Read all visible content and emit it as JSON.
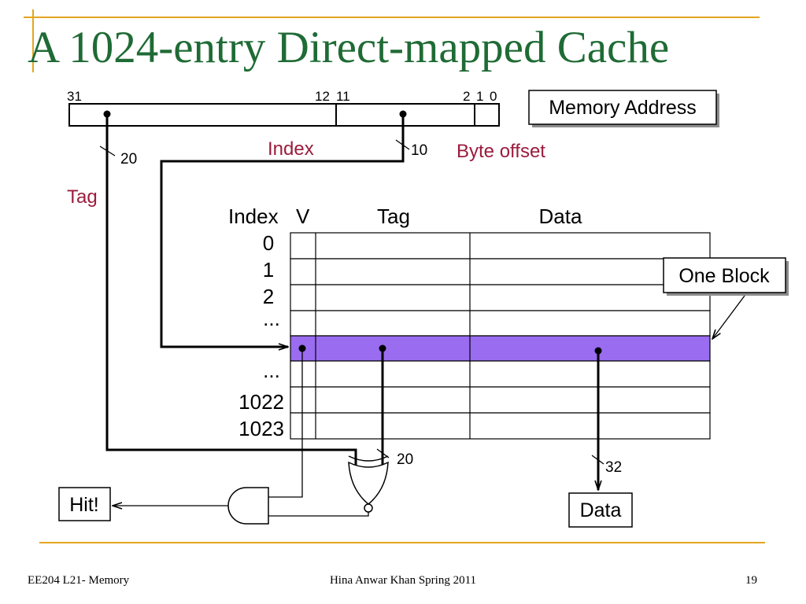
{
  "slide": {
    "title": "A 1024-entry Direct-mapped Cache",
    "footer_left": "EE204 L21- Memory",
    "footer_center": "Hina Anwar Khan Spring 2011",
    "page_number": "19"
  },
  "address": {
    "bits": {
      "b31": "31",
      "b12": "12",
      "b11": "11",
      "b2": "2",
      "b1": "1",
      "b0": "0"
    },
    "label": "Memory Address",
    "tag_label": "Tag",
    "index_label": "Index",
    "offset_label": "Byte offset",
    "tag_width": "20",
    "index_width": "10"
  },
  "cache": {
    "headers": {
      "index": "Index",
      "valid": "V",
      "tag": "Tag",
      "data": "Data"
    },
    "rows": [
      "0",
      "1",
      "2",
      "...",
      "",
      "...",
      "1022",
      "1023"
    ],
    "selected_row": 4,
    "block_label": "One Block"
  },
  "outputs": {
    "compare_width": "20",
    "data_width": "32",
    "hit_label": "Hit!",
    "data_label": "Data"
  },
  "colors": {
    "title": "#1f6b35",
    "accent_rule": "#e3a51f",
    "field_label": "#9b1c3d",
    "selected_row": "#9a6cf0"
  }
}
